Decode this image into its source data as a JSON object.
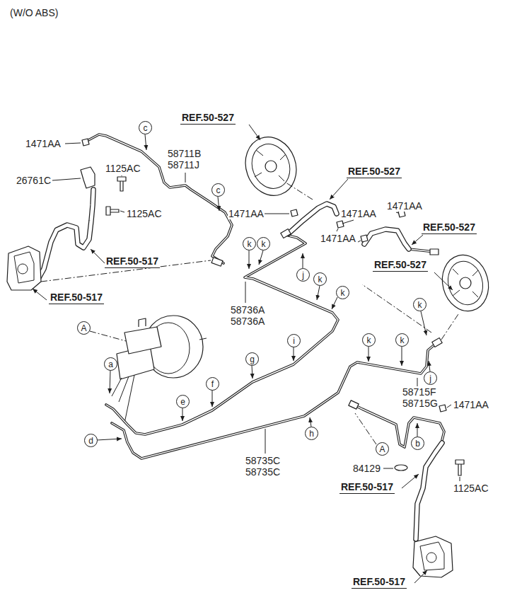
{
  "diagram": {
    "title": "(W/O ABS)",
    "nodes": [
      {
        "text": [
          "c"
        ]
      },
      {
        "text": [
          "c"
        ]
      },
      {
        "text": [
          "k"
        ]
      },
      {
        "text": [
          "k"
        ]
      },
      {
        "text": [
          "j"
        ]
      },
      {
        "text": [
          "k"
        ]
      },
      {
        "text": [
          "k"
        ]
      },
      {
        "text": [
          "k"
        ]
      },
      {
        "text": [
          "A"
        ]
      },
      {
        "text": [
          "i"
        ]
      },
      {
        "text": [
          "k"
        ]
      },
      {
        "text": [
          "k"
        ]
      },
      {
        "text": [
          "g"
        ]
      },
      {
        "text": [
          "a"
        ]
      },
      {
        "text": [
          "j"
        ]
      },
      {
        "text": [
          "f"
        ]
      },
      {
        "text": [
          "e"
        ]
      },
      {
        "text": [
          "h"
        ]
      },
      {
        "text": [
          "d"
        ]
      },
      {
        "text": [
          "b"
        ]
      },
      {
        "text": [
          "A"
        ]
      }
    ],
    "labels": [
      "1471AA",
      "26761C",
      "1125AC",
      "1125AC",
      "58711B",
      "58711J",
      "REF.50-527",
      "REF.50-527",
      "1471AA",
      "1471AA",
      "1471AA",
      "1471AA",
      "REF.50-527",
      "REF.50-527",
      "REF.50-517",
      "REF.50-517",
      "58736A",
      "58736A",
      "58715F",
      "58715G",
      "1471AA",
      "84129",
      "58735C",
      "58735C",
      "REF.50-517",
      "1125AC",
      "REF.50-517"
    ]
  }
}
